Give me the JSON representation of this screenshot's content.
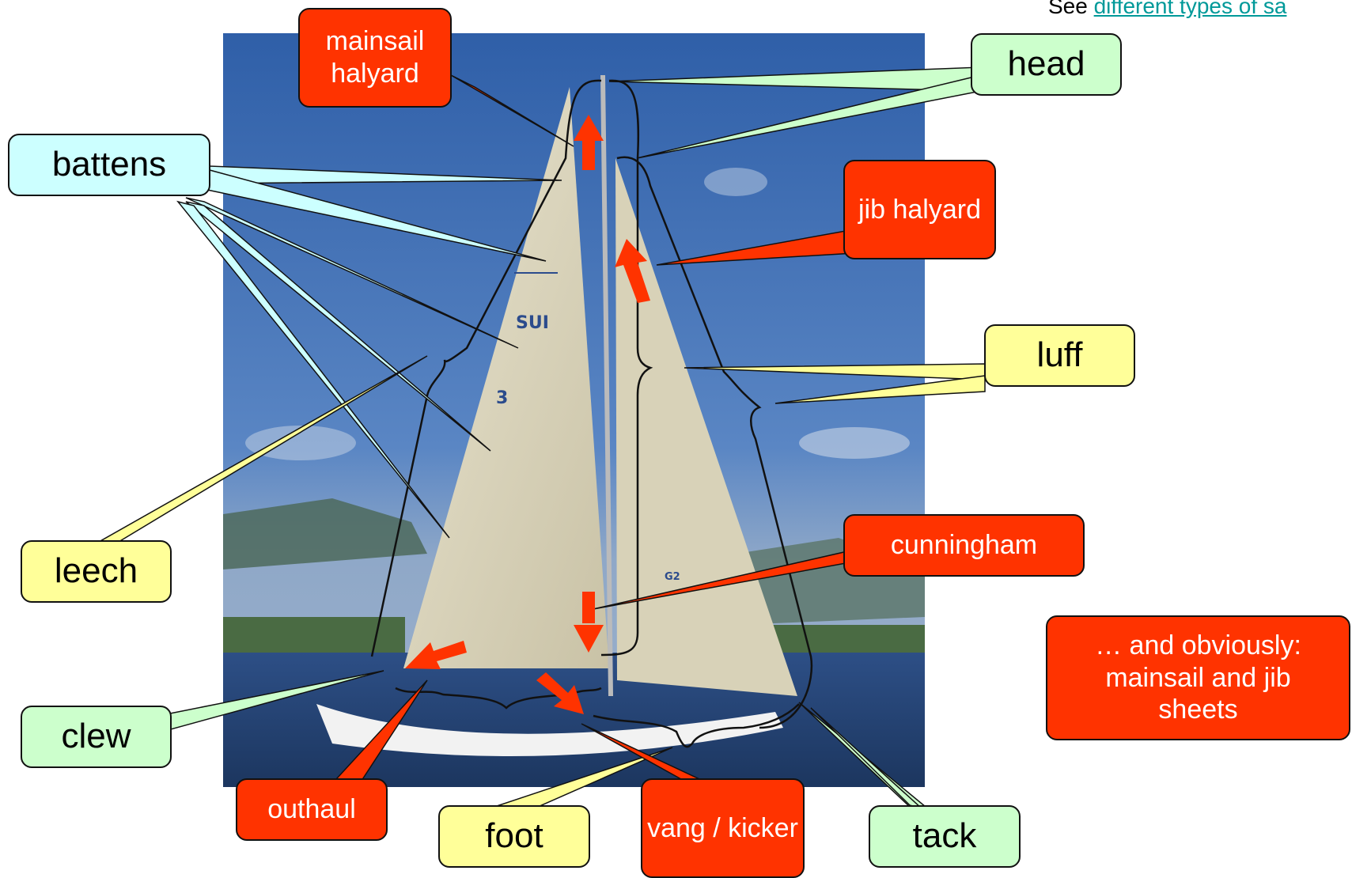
{
  "see_also": {
    "prefix": "See",
    "link": "different types of sa"
  },
  "labels": {
    "mainsail_halyard": "mainsail halyard",
    "head": "head",
    "battens": "battens",
    "jib_halyard": "jib halyard",
    "luff": "luff",
    "leech": "leech",
    "cunningham": "cunningham",
    "clew": "clew",
    "outhaul": "outhaul",
    "foot": "foot",
    "vang_kicker": "vang / kicker",
    "tack": "tack",
    "sheets_note": "… and obviously: mainsail and jib sheets"
  },
  "photo_text": {
    "sail_number_country": "SUI",
    "sail_number": "3",
    "jib_mark": "G2"
  },
  "colors": {
    "control_label": "#ff3300",
    "part_label_cyan": "#ccffff",
    "part_label_green": "#ccffcc",
    "part_label_yellow": "#ffff99",
    "arrow": "#ff3300"
  }
}
